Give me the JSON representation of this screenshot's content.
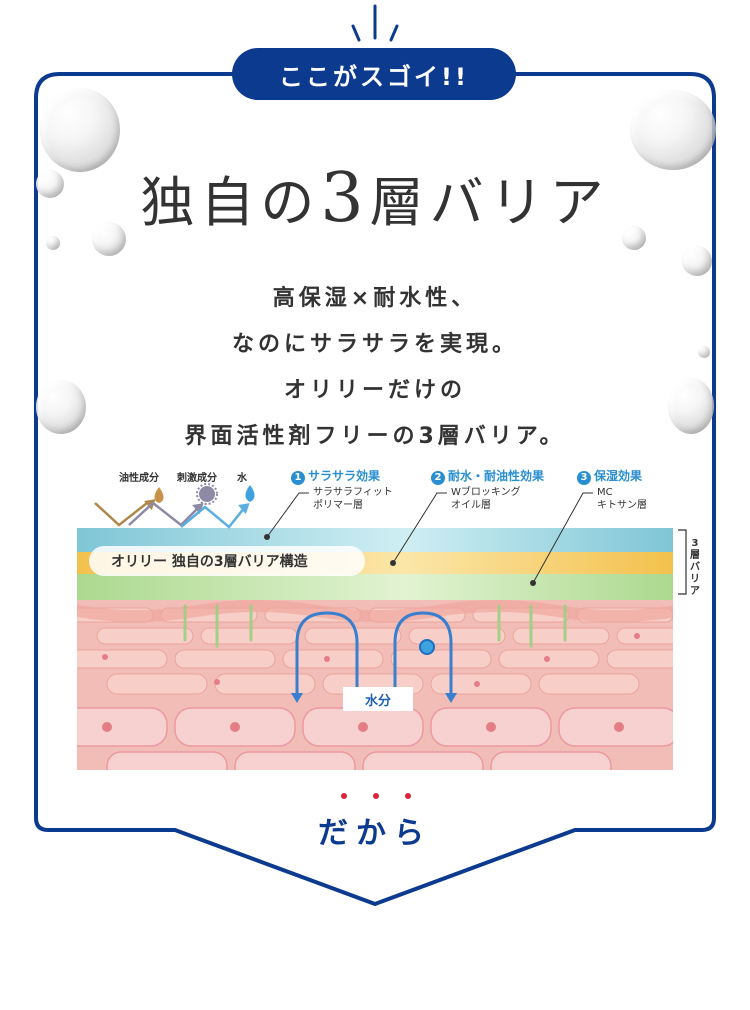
{
  "badge": {
    "label": "ここがスゴイ!!"
  },
  "title": {
    "prefix": "独自の",
    "number": "3",
    "suffix": "層バリア"
  },
  "description": {
    "lines": [
      "高保湿×耐水性、",
      "なのにサラサラを実現。",
      "オリリーだけの",
      "界面活性剤フリーの3層バリア。"
    ]
  },
  "diagram": {
    "legend": {
      "oil": "油性成分",
      "irritant": "刺激成分",
      "water": "水"
    },
    "effects": [
      {
        "number": "1",
        "title": "サラサラ効果",
        "line1": "サラサラフィット",
        "line2": "ポリマー層"
      },
      {
        "number": "2",
        "title": "耐水・耐油性効果",
        "line1": "Wブロッキング",
        "line2": "オイル層"
      },
      {
        "number": "3",
        "title": "保湿効果",
        "line1": "MC",
        "line2": "キトサン層"
      }
    ],
    "structure_label": "オリリー  独自の3層バリア構造",
    "water_label": "水分",
    "bracket_label": "3層バリア",
    "colors": {
      "layer1": "#8fcfdc",
      "layer2": "#f5c85a",
      "layer3": "#b9e0a0",
      "skin": "#f4b7b4"
    }
  },
  "footer": {
    "dakara": "だから"
  },
  "colors": {
    "navy": "#0b3a8f",
    "accent_dot": "#e1223b",
    "effect_blue": "#2a8fd0"
  }
}
